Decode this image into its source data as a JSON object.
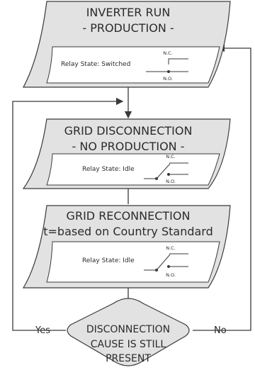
{
  "blocks": [
    {
      "line1": "INVERTER RUN",
      "line2": "- PRODUCTION -",
      "relay_label": "Relay State: Switched",
      "nc": "N.C.",
      "no": "N.O."
    },
    {
      "line1": "GRID DISCONNECTION",
      "line2": "- NO PRODUCTION -",
      "relay_label": "Relay State: Idle",
      "nc": "N.C.",
      "no": "N.O."
    },
    {
      "line1": "GRID RECONNECTION",
      "line2": "t=based on Country Standard",
      "relay_label": "Relay State: Idle",
      "nc": "N.C.",
      "no": "N.O."
    }
  ],
  "decision": {
    "line1": "DISCONNECTION",
    "line2": "CAUSE IS STILL",
    "line3": "PRESENT",
    "yes_label": "Yes",
    "no_label": "No"
  },
  "colors": {
    "box_fill": "#e2e2e2",
    "inner_fill": "#ffffff",
    "stroke": "#3a3a3a"
  }
}
